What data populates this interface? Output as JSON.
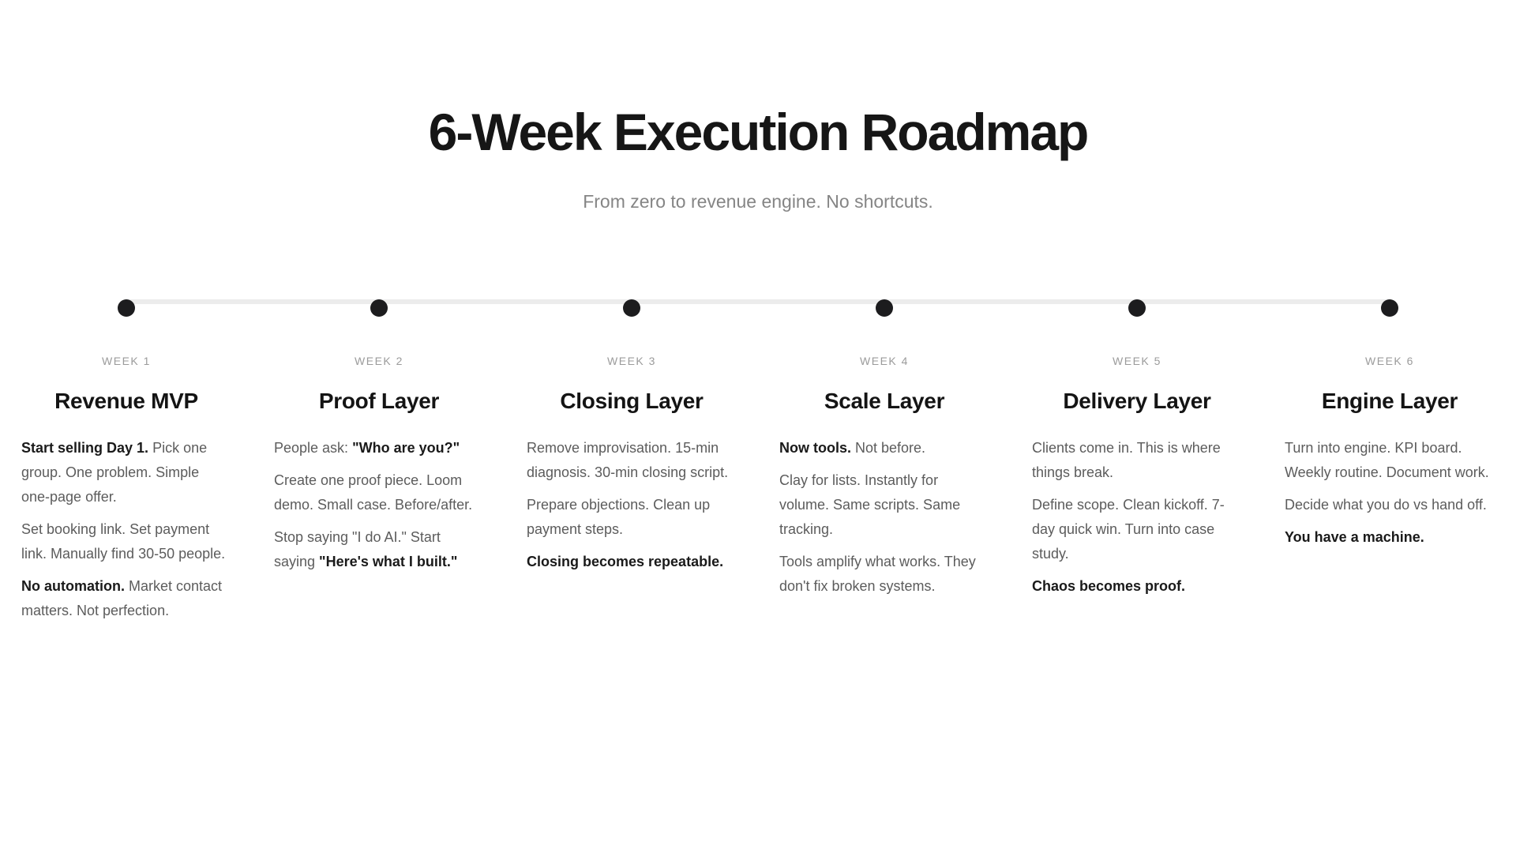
{
  "header": {
    "title": "6-Week Execution Roadmap",
    "subtitle": "From zero to revenue engine. No shortcuts."
  },
  "colors": {
    "title-color": "#161616",
    "subtitle-color": "#858585",
    "label-color": "#9b9b9b",
    "heading-color": "#141414",
    "body-color": "#5c5c5c",
    "body-bold-color": "#1a1a1a",
    "dot-color": "#1c1c1e",
    "line-color": "#ececec"
  },
  "timeline": {
    "dot_count": 6
  },
  "weeks": [
    {
      "label": "WEEK 1",
      "title": "Revenue MVP",
      "paragraphs": [
        [
          {
            "text": "Start selling Day 1.",
            "bold": true
          },
          {
            "text": " Pick one group. One problem. Simple one-page offer.",
            "bold": false
          }
        ],
        [
          {
            "text": "Set booking link. Set payment link. Manually find 30-50 people.",
            "bold": false
          }
        ],
        [
          {
            "text": "No automation.",
            "bold": true
          },
          {
            "text": " Market contact matters. Not perfection.",
            "bold": false
          }
        ]
      ]
    },
    {
      "label": "WEEK 2",
      "title": "Proof Layer",
      "paragraphs": [
        [
          {
            "text": "People ask: ",
            "bold": false
          },
          {
            "text": "\"Who are you?\"",
            "bold": true
          }
        ],
        [
          {
            "text": "Create one proof piece. Loom demo. Small case. Before/after.",
            "bold": false
          }
        ],
        [
          {
            "text": "Stop saying \"I do AI.\" Start saying ",
            "bold": false
          },
          {
            "text": "\"Here's what I built.\"",
            "bold": true
          }
        ]
      ]
    },
    {
      "label": "WEEK 3",
      "title": "Closing Layer",
      "paragraphs": [
        [
          {
            "text": "Remove improvisation. 15-min diagnosis. 30-min closing script.",
            "bold": false
          }
        ],
        [
          {
            "text": "Prepare objections. Clean up payment steps.",
            "bold": false
          }
        ],
        [
          {
            "text": "Closing becomes repeatable.",
            "bold": true
          }
        ]
      ]
    },
    {
      "label": "WEEK 4",
      "title": "Scale Layer",
      "paragraphs": [
        [
          {
            "text": "Now tools.",
            "bold": true
          },
          {
            "text": " Not before.",
            "bold": false
          }
        ],
        [
          {
            "text": "Clay for lists. Instantly for volume. Same scripts. Same tracking.",
            "bold": false
          }
        ],
        [
          {
            "text": "Tools amplify what works. They don't fix broken systems.",
            "bold": false
          }
        ]
      ]
    },
    {
      "label": "WEEK 5",
      "title": "Delivery Layer",
      "paragraphs": [
        [
          {
            "text": "Clients come in. This is where things break.",
            "bold": false
          }
        ],
        [
          {
            "text": "Define scope. Clean kickoff. 7-day quick win. Turn into case study.",
            "bold": false
          }
        ],
        [
          {
            "text": "Chaos becomes proof.",
            "bold": true
          }
        ]
      ]
    },
    {
      "label": "WEEK 6",
      "title": "Engine Layer",
      "paragraphs": [
        [
          {
            "text": "Turn into engine. KPI board. Weekly routine. Document work.",
            "bold": false
          }
        ],
        [
          {
            "text": "Decide what you do vs hand off.",
            "bold": false
          }
        ],
        [
          {
            "text": "You have a machine.",
            "bold": true
          }
        ]
      ]
    }
  ]
}
